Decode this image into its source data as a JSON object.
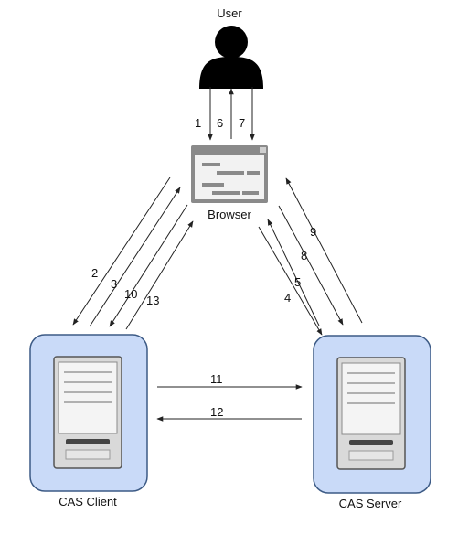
{
  "nodes": {
    "user": {
      "label": "User",
      "icon": "user-silhouette-icon"
    },
    "browser": {
      "label": "Browser",
      "icon": "browser-window-icon"
    },
    "cas_client": {
      "label": "CAS Client",
      "icon": "server-tower-icon"
    },
    "cas_server": {
      "label": "CAS Server",
      "icon": "server-tower-icon"
    }
  },
  "edges": [
    {
      "num": "1",
      "from": "user",
      "to": "browser"
    },
    {
      "num": "6",
      "from": "browser",
      "to": "user"
    },
    {
      "num": "7",
      "from": "user",
      "to": "browser"
    },
    {
      "num": "2",
      "from": "browser",
      "to": "cas_client"
    },
    {
      "num": "3",
      "from": "cas_client",
      "to": "browser"
    },
    {
      "num": "10",
      "from": "browser",
      "to": "cas_client"
    },
    {
      "num": "13",
      "from": "cas_client",
      "to": "browser"
    },
    {
      "num": "4",
      "from": "browser",
      "to": "cas_server"
    },
    {
      "num": "5",
      "from": "cas_server",
      "to": "browser"
    },
    {
      "num": "8",
      "from": "browser",
      "to": "cas_server"
    },
    {
      "num": "9",
      "from": "cas_server",
      "to": "browser"
    },
    {
      "num": "11",
      "from": "cas_client",
      "to": "cas_server"
    },
    {
      "num": "12",
      "from": "cas_server",
      "to": "cas_client"
    }
  ],
  "colors": {
    "server_panel_fill": "#c9daf8",
    "server_panel_stroke": "#3c5a85",
    "icon_dark": "#000000",
    "browser_gray": "#8a8a8a"
  }
}
